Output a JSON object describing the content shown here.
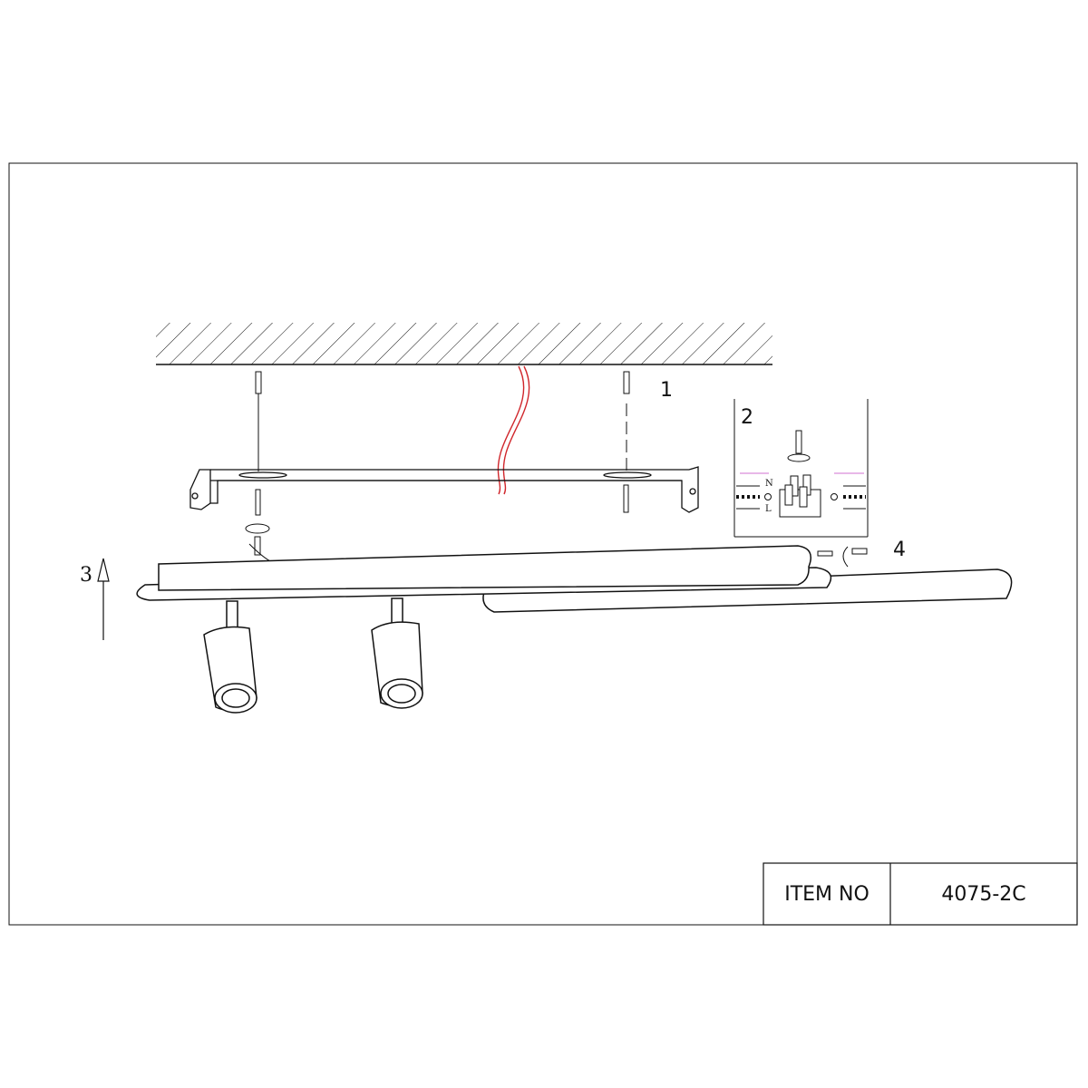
{
  "steps": {
    "step1": "1",
    "step2": "2",
    "step3": "3",
    "step4": "4"
  },
  "wiring": {
    "neutral": "N",
    "live": "L"
  },
  "title_block": {
    "item_label": "ITEM NO",
    "item_value": "4075-2C"
  },
  "colors": {
    "wire": "#d0262b",
    "wire_guide": "#e0a0e0",
    "line": "#111111"
  }
}
